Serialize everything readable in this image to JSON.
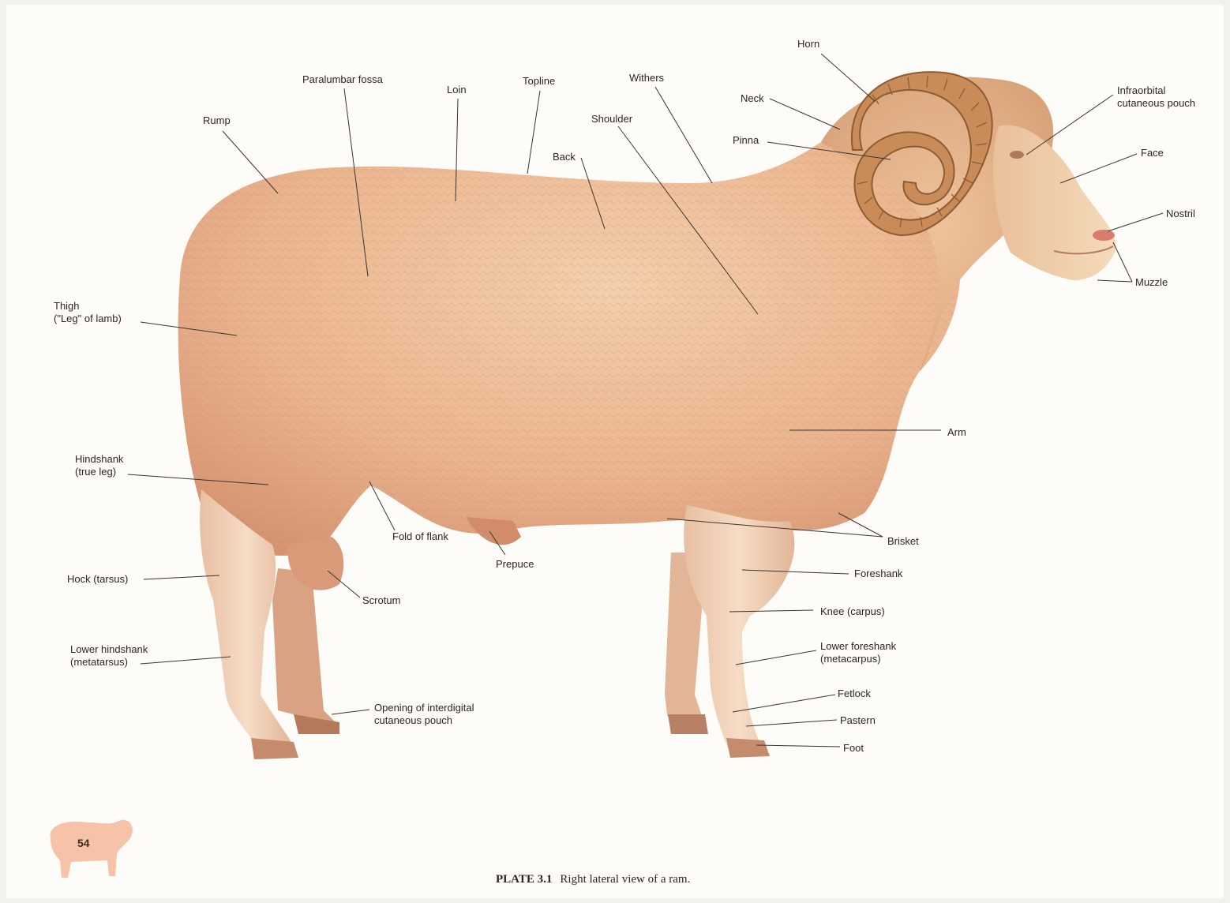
{
  "figure": {
    "page_number": "54",
    "caption_label": "PLATE 3.1",
    "caption_text": "Right lateral view of a ram."
  },
  "labels": {
    "horn": "Horn",
    "paralumbar_fossa": "Paralumbar fossa",
    "loin": "Loin",
    "topline": "Topline",
    "withers": "Withers",
    "neck": "Neck",
    "infraorbital_1": "Infraorbital",
    "infraorbital_2": "cutaneous pouch",
    "rump": "Rump",
    "shoulder": "Shoulder",
    "pinna": "Pinna",
    "back": "Back",
    "face": "Face",
    "nostril": "Nostril",
    "muzzle": "Muzzle",
    "thigh_1": "Thigh",
    "thigh_2": "(\"Leg\" of lamb)",
    "arm": "Arm",
    "hindshank_1": "Hindshank",
    "hindshank_2": "(true leg)",
    "fold_of_flank": "Fold of flank",
    "brisket": "Brisket",
    "prepuce": "Prepuce",
    "hock": "Hock (tarsus)",
    "foreshank": "Foreshank",
    "scrotum": "Scrotum",
    "knee": "Knee (carpus)",
    "lower_hindshank_1": "Lower hindshank",
    "lower_hindshank_2": "(metatarsus)",
    "lower_foreshank_1": "Lower foreshank",
    "lower_foreshank_2": "(metacarpus)",
    "fetlock": "Fetlock",
    "interdigital_1": "Opening of interdigital",
    "interdigital_2": "cutaneous pouch",
    "pastern": "Pastern",
    "foot": "Foot"
  },
  "colors": {
    "fleece_light": "#f0c9a3",
    "fleece_mid": "#e4a984",
    "fleece_dark": "#c98862",
    "horn": "#c9925d",
    "horn_dark": "#9a6a3d",
    "face": "#f1cfab",
    "leg": "#f2d2b8",
    "hoof": "#c48c6c",
    "line": "#3a3530"
  }
}
